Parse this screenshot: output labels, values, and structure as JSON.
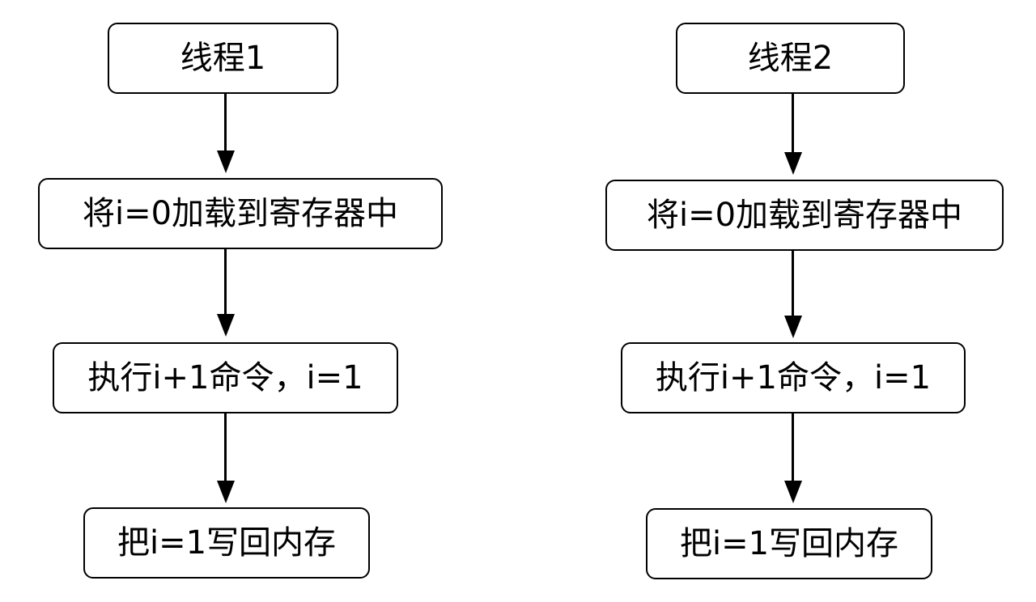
{
  "threads": [
    {
      "title": "线程1",
      "steps": [
        "将i=0加载到寄存器中",
        "执行i+1命令，i=1",
        "把i=1写回内存"
      ]
    },
    {
      "title": "线程2",
      "steps": [
        "将i=0加载到寄存器中",
        "执行i+1命令，i=1",
        "把i=1写回内存"
      ]
    }
  ]
}
